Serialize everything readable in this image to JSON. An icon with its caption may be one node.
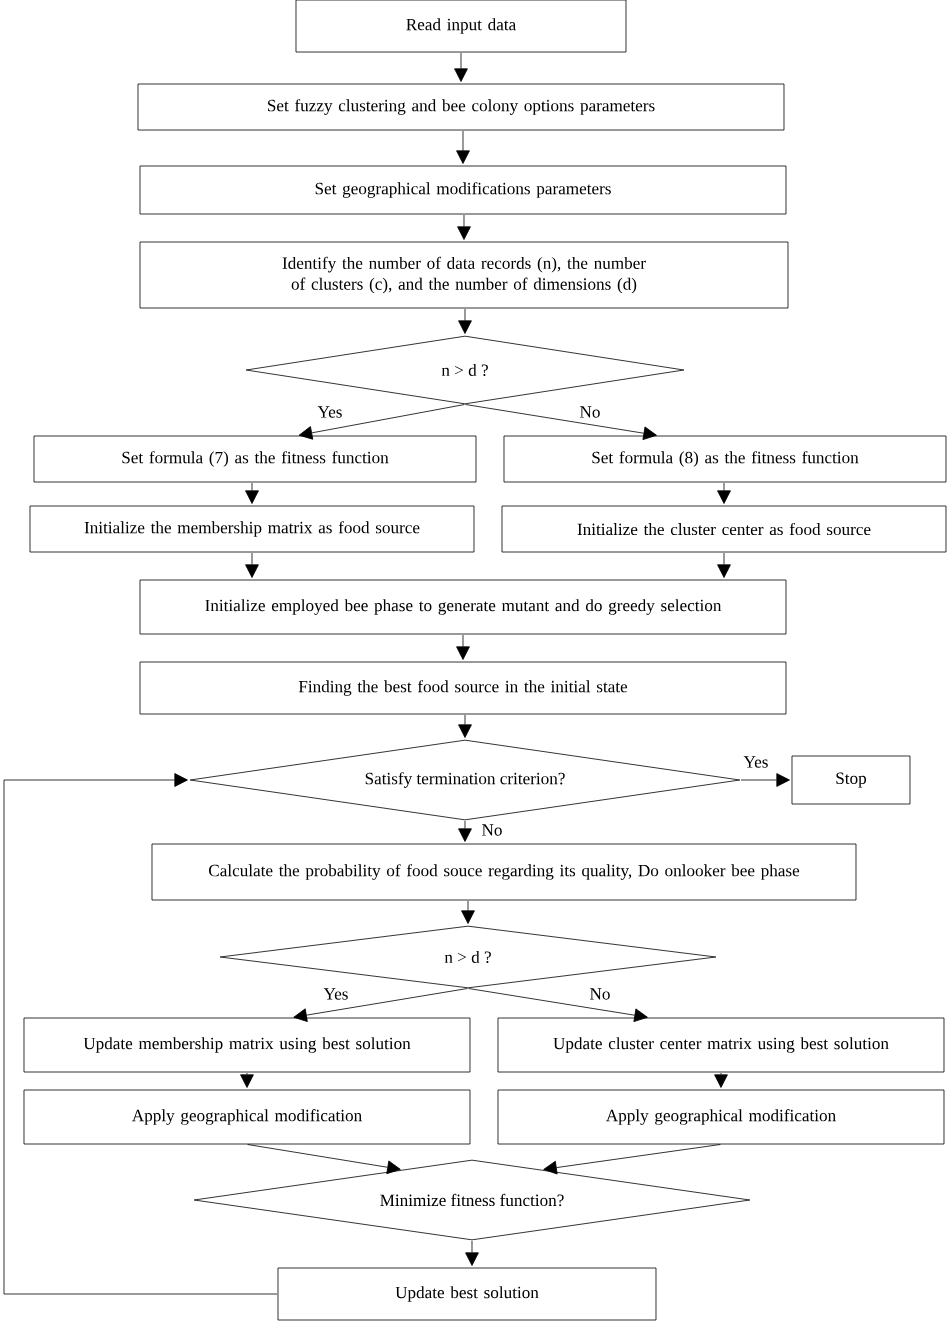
{
  "diagram": {
    "nodes": [
      {
        "text": [
          "Read input data"
        ]
      },
      {
        "text": [
          "Set fuzzy clustering and bee colony options parameters"
        ]
      },
      {
        "text": [
          "Set geographical modifications parameters"
        ]
      },
      {
        "text": [
          "Identify the number of data records (n), the number of clusters (c), and the number of dimensions (d)"
        ]
      },
      {
        "text": [
          "n > d ?"
        ]
      },
      {
        "text": [
          "Set formula (7) as the fitness function"
        ]
      },
      {
        "text": [
          "Set formula (8) as the fitness function"
        ]
      },
      {
        "text": [
          "Initialize the membership matrix as food source"
        ]
      },
      {
        "text": [
          "Initialize the cluster center as food source"
        ]
      },
      {
        "text": [
          "Initialize employed bee phase to generate mutant and do greedy selection"
        ]
      },
      {
        "text": [
          "Finding the best food source in the initial state"
        ]
      },
      {
        "text": [
          "Satisfy termination criterion?"
        ]
      },
      {
        "text": [
          "Stop"
        ]
      },
      {
        "text": [
          "Calculate the probability of food souce regarding its quality, Do onlooker bee phase"
        ]
      },
      {
        "text": [
          "n > d ?"
        ]
      },
      {
        "text": [
          "Update membership matrix using best solution"
        ]
      },
      {
        "text": [
          "Update cluster center matrix using best solution"
        ]
      },
      {
        "text": [
          "Apply geographical modification"
        ]
      },
      {
        "text": [
          "Apply geographical modification"
        ]
      },
      {
        "text": [
          "Minimize fitness function?"
        ]
      },
      {
        "text": [
          "Update best solution"
        ]
      }
    ],
    "edges": [
      {
        "from": 0,
        "to": 1,
        "arrow": "to"
      },
      {
        "from": 1,
        "to": 2,
        "arrow": "to"
      },
      {
        "from": 2,
        "to": 3,
        "arrow": "to"
      },
      {
        "from": 3,
        "to": 4,
        "arrow": "to"
      },
      {
        "from": 4,
        "to": 5,
        "arrow": "to",
        "label": "Yes"
      },
      {
        "from": 4,
        "to": 6,
        "arrow": "to",
        "label": "No"
      },
      {
        "from": 5,
        "to": 7,
        "arrow": "to"
      },
      {
        "from": 6,
        "to": 8,
        "arrow": "to"
      },
      {
        "from": 7,
        "to": 9,
        "arrow": "to"
      },
      {
        "from": 8,
        "to": 9,
        "arrow": "to"
      },
      {
        "from": 9,
        "to": 10,
        "arrow": "to"
      },
      {
        "from": 10,
        "to": 11,
        "arrow": "to"
      },
      {
        "from": 11,
        "to": 12,
        "arrow": "to",
        "label": "Yes"
      },
      {
        "from": 11,
        "to": 13,
        "arrow": "to",
        "label": "No"
      },
      {
        "from": 13,
        "to": 14,
        "arrow": "to"
      },
      {
        "from": 14,
        "to": 15,
        "arrow": "to",
        "label": "Yes"
      },
      {
        "from": 14,
        "to": 16,
        "arrow": "to",
        "label": "No"
      },
      {
        "from": 15,
        "to": 17,
        "arrow": "to"
      },
      {
        "from": 16,
        "to": 18,
        "arrow": "to"
      },
      {
        "from": 17,
        "to": 19,
        "arrow": "to"
      },
      {
        "from": 18,
        "to": 19,
        "arrow": "to"
      },
      {
        "from": 19,
        "to": 20,
        "arrow": "to"
      },
      {
        "from": 20,
        "to": 11,
        "arrow": "to"
      }
    ]
  }
}
